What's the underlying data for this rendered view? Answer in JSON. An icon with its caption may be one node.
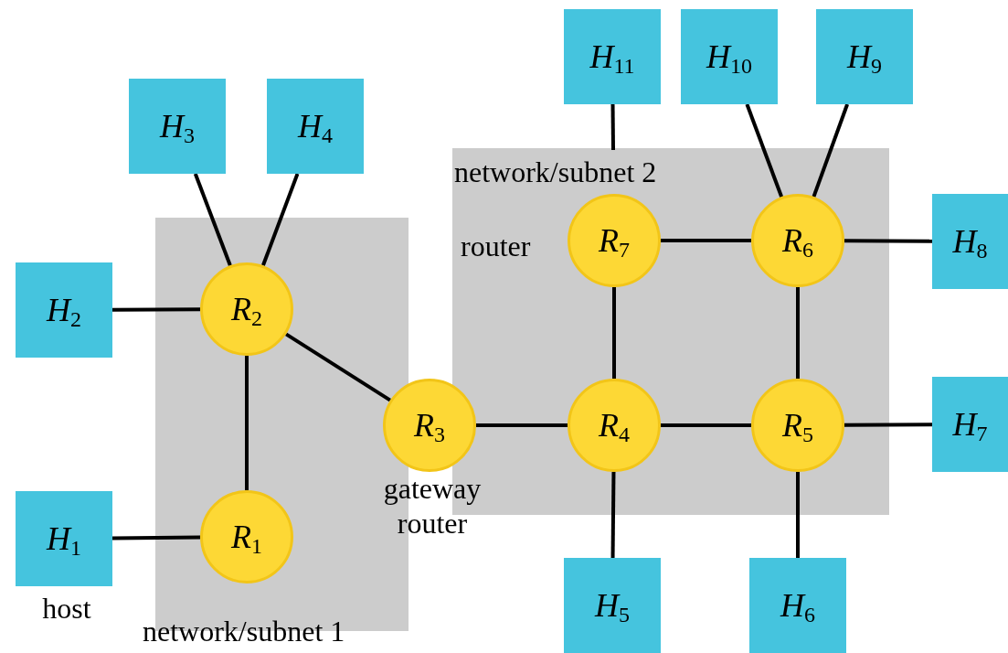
{
  "diagram": {
    "nodes": [
      {
        "text": [
          "network/subnet 1"
        ]
      },
      {
        "text": [
          "network/subnet 2"
        ]
      },
      {
        "text": [
          "*H*$_{3}$"
        ]
      },
      {
        "text": [
          "*H*$_{4}$"
        ]
      },
      {
        "text": [
          "*H*$_{2}$"
        ]
      },
      {
        "text": [
          "*R*$_{2}$"
        ],
        "in": 0
      },
      {
        "text": [
          "*H*$_{1}$"
        ],
        "beside": [
          "host"
        ]
      },
      {
        "text": [
          "*R*$_{1}$"
        ],
        "in": 0
      },
      {
        "text": [
          "*R*$_{3}$"
        ],
        "beside": [
          "gateway router"
        ]
      },
      {
        "text": [
          "*H*$_{11}$"
        ]
      },
      {
        "text": [
          "*H*$_{10}$"
        ]
      },
      {
        "text": [
          "*H*$_{9}$"
        ]
      },
      {
        "text": [
          "*R*$_{7}$"
        ],
        "in": 1,
        "beside": [
          "router"
        ]
      },
      {
        "text": [
          "*R*$_{6}$"
        ],
        "in": 1
      },
      {
        "text": [
          "*H*$_{8}$"
        ]
      },
      {
        "text": [
          "*R*$_{4}$"
        ],
        "in": 1
      },
      {
        "text": [
          "*R*$_{5}$"
        ],
        "in": 1
      },
      {
        "text": [
          "*H*$_{7}$"
        ]
      },
      {
        "text": [
          "*H*$_{5}$"
        ]
      },
      {
        "text": [
          "*H*$_{6}$"
        ]
      }
    ],
    "edges": [
      {
        "from": 2,
        "to": 5,
        "arrow": "none"
      },
      {
        "from": 3,
        "to": 5,
        "arrow": "none"
      },
      {
        "from": 4,
        "to": 5,
        "arrow": "none"
      },
      {
        "from": 5,
        "to": 7,
        "arrow": "none"
      },
      {
        "from": 6,
        "to": 7,
        "arrow": "none"
      },
      {
        "from": 5,
        "to": 8,
        "arrow": "none"
      },
      {
        "from": 8,
        "to": 15,
        "arrow": "none"
      },
      {
        "from": 15,
        "to": 16,
        "arrow": "none"
      },
      {
        "from": 15,
        "to": 12,
        "arrow": "none"
      },
      {
        "from": 12,
        "to": 13,
        "arrow": "none"
      },
      {
        "from": 13,
        "to": 16,
        "arrow": "none"
      },
      {
        "from": 9,
        "to": 12,
        "arrow": "none"
      },
      {
        "from": 10,
        "to": 13,
        "arrow": "none"
      },
      {
        "from": 11,
        "to": 13,
        "arrow": "none"
      },
      {
        "from": 13,
        "to": 14,
        "arrow": "none"
      },
      {
        "from": 16,
        "to": 17,
        "arrow": "none"
      },
      {
        "from": 15,
        "to": 18,
        "arrow": "none"
      },
      {
        "from": 16,
        "to": 19,
        "arrow": "none"
      }
    ]
  }
}
